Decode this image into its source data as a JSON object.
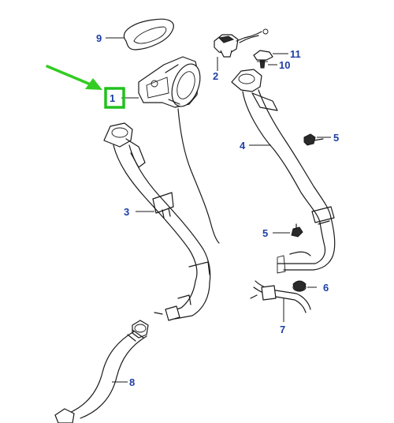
{
  "callouts": {
    "c1": "1",
    "c2": "2",
    "c3": "3",
    "c4": "4",
    "c5a": "5",
    "c5b": "5",
    "c6": "6",
    "c7": "7",
    "c8": "8",
    "c9": "9",
    "c10": "10",
    "c11": "11"
  },
  "colors": {
    "callout_text": "#1f3fa6",
    "highlight_box": "#22c11f",
    "pointer_arrow": "#33cc22",
    "line_art": "#1a1a1a"
  },
  "highlighted_part": "1"
}
